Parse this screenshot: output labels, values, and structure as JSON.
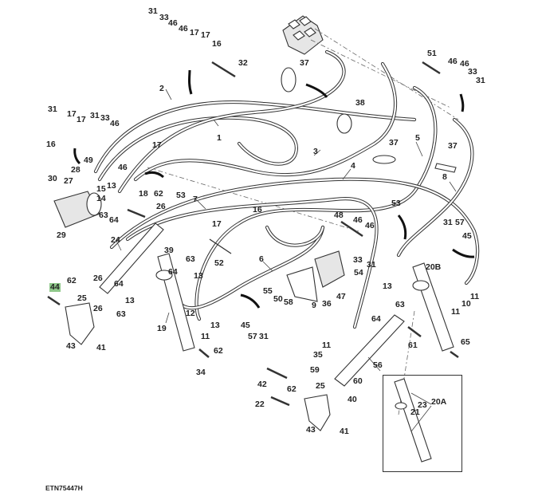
{
  "diagram": {
    "type": "exploded-parts-diagram",
    "caption": "ETN75447H",
    "highlight_color": "#8fc88a",
    "callouts": [
      {
        "id": "c31a",
        "text": "31"
      },
      {
        "id": "c33a",
        "text": "33"
      },
      {
        "id": "c46a",
        "text": "46"
      },
      {
        "id": "c46b",
        "text": "46"
      },
      {
        "id": "c17a",
        "text": "17"
      },
      {
        "id": "c17b",
        "text": "17"
      },
      {
        "id": "c16a",
        "text": "16"
      },
      {
        "id": "c32",
        "text": "32"
      },
      {
        "id": "c2",
        "text": "2"
      },
      {
        "id": "c1",
        "text": "1"
      },
      {
        "id": "c37a",
        "text": "37"
      },
      {
        "id": "c38",
        "text": "38"
      },
      {
        "id": "c51",
        "text": "51"
      },
      {
        "id": "c46c",
        "text": "46"
      },
      {
        "id": "c46d",
        "text": "46"
      },
      {
        "id": "c33b",
        "text": "33"
      },
      {
        "id": "c31b",
        "text": "31"
      },
      {
        "id": "c5",
        "text": "5"
      },
      {
        "id": "c37b",
        "text": "37"
      },
      {
        "id": "c37c",
        "text": "37"
      },
      {
        "id": "c3",
        "text": "3"
      },
      {
        "id": "c4",
        "text": "4"
      },
      {
        "id": "c8",
        "text": "8"
      },
      {
        "id": "c31c",
        "text": "31"
      },
      {
        "id": "c17c",
        "text": "17"
      },
      {
        "id": "c17d",
        "text": "17"
      },
      {
        "id": "c16b",
        "text": "16"
      },
      {
        "id": "c31d",
        "text": "31"
      },
      {
        "id": "c33c",
        "text": "33"
      },
      {
        "id": "c46e",
        "text": "46"
      },
      {
        "id": "c49",
        "text": "49"
      },
      {
        "id": "c17e",
        "text": "17"
      },
      {
        "id": "c46f",
        "text": "46"
      },
      {
        "id": "c28",
        "text": "28"
      },
      {
        "id": "c30",
        "text": "30"
      },
      {
        "id": "c27",
        "text": "27"
      },
      {
        "id": "c15",
        "text": "15"
      },
      {
        "id": "c14",
        "text": "14"
      },
      {
        "id": "c29",
        "text": "29"
      },
      {
        "id": "c13a",
        "text": "13"
      },
      {
        "id": "c18",
        "text": "18"
      },
      {
        "id": "c62a",
        "text": "62"
      },
      {
        "id": "c53a",
        "text": "53"
      },
      {
        "id": "c7",
        "text": "7"
      },
      {
        "id": "c26a",
        "text": "26"
      },
      {
        "id": "c63a",
        "text": "63"
      },
      {
        "id": "c64a",
        "text": "64"
      },
      {
        "id": "c24",
        "text": "24"
      },
      {
        "id": "c17f",
        "text": "17"
      },
      {
        "id": "c16c",
        "text": "16"
      },
      {
        "id": "c52",
        "text": "52"
      },
      {
        "id": "c48",
        "text": "48"
      },
      {
        "id": "c46g",
        "text": "46"
      },
      {
        "id": "c46h",
        "text": "46"
      },
      {
        "id": "c33d",
        "text": "33"
      },
      {
        "id": "c31e",
        "text": "31"
      },
      {
        "id": "c54",
        "text": "54"
      },
      {
        "id": "c6",
        "text": "6"
      },
      {
        "id": "c53b",
        "text": "53"
      },
      {
        "id": "c31f",
        "text": "31"
      },
      {
        "id": "c57a",
        "text": "57"
      },
      {
        "id": "c45a",
        "text": "45"
      },
      {
        "id": "c44",
        "text": "44",
        "highlighted": true
      },
      {
        "id": "c62b",
        "text": "62"
      },
      {
        "id": "c26b",
        "text": "26"
      },
      {
        "id": "c64b",
        "text": "64"
      },
      {
        "id": "c25a",
        "text": "25"
      },
      {
        "id": "c13b",
        "text": "13"
      },
      {
        "id": "c26c",
        "text": "26"
      },
      {
        "id": "c63b",
        "text": "63"
      },
      {
        "id": "c43a",
        "text": "43"
      },
      {
        "id": "c41a",
        "text": "41"
      },
      {
        "id": "c39",
        "text": "39"
      },
      {
        "id": "c63c",
        "text": "63"
      },
      {
        "id": "c64c",
        "text": "64"
      },
      {
        "id": "c13c",
        "text": "13"
      },
      {
        "id": "c19",
        "text": "19"
      },
      {
        "id": "c12",
        "text": "12"
      },
      {
        "id": "c13d",
        "text": "13"
      },
      {
        "id": "c11a",
        "text": "11"
      },
      {
        "id": "c62c",
        "text": "62"
      },
      {
        "id": "c34",
        "text": "34"
      },
      {
        "id": "c55",
        "text": "55"
      },
      {
        "id": "c50",
        "text": "50"
      },
      {
        "id": "c58",
        "text": "58"
      },
      {
        "id": "c9",
        "text": "9"
      },
      {
        "id": "c36",
        "text": "36"
      },
      {
        "id": "c47",
        "text": "47"
      },
      {
        "id": "c45b",
        "text": "45"
      },
      {
        "id": "c57b",
        "text": "57"
      },
      {
        "id": "c31g",
        "text": "31"
      },
      {
        "id": "c13e",
        "text": "13"
      },
      {
        "id": "c63d",
        "text": "63"
      },
      {
        "id": "c64d",
        "text": "64"
      },
      {
        "id": "c20B",
        "text": "20B"
      },
      {
        "id": "c11b",
        "text": "11"
      },
      {
        "id": "c10",
        "text": "10"
      },
      {
        "id": "c11c",
        "text": "11"
      },
      {
        "id": "c61",
        "text": "61"
      },
      {
        "id": "c65",
        "text": "65"
      },
      {
        "id": "c56",
        "text": "56"
      },
      {
        "id": "c11d",
        "text": "11"
      },
      {
        "id": "c35",
        "text": "35"
      },
      {
        "id": "c59",
        "text": "59"
      },
      {
        "id": "c25b",
        "text": "25"
      },
      {
        "id": "c60",
        "text": "60"
      },
      {
        "id": "c42",
        "text": "42"
      },
      {
        "id": "c62d",
        "text": "62"
      },
      {
        "id": "c22",
        "text": "22"
      },
      {
        "id": "c40",
        "text": "40"
      },
      {
        "id": "c43b",
        "text": "43"
      },
      {
        "id": "c41b",
        "text": "41"
      },
      {
        "id": "c23",
        "text": "23"
      },
      {
        "id": "c21",
        "text": "21"
      },
      {
        "id": "c20A",
        "text": "20A"
      }
    ]
  }
}
